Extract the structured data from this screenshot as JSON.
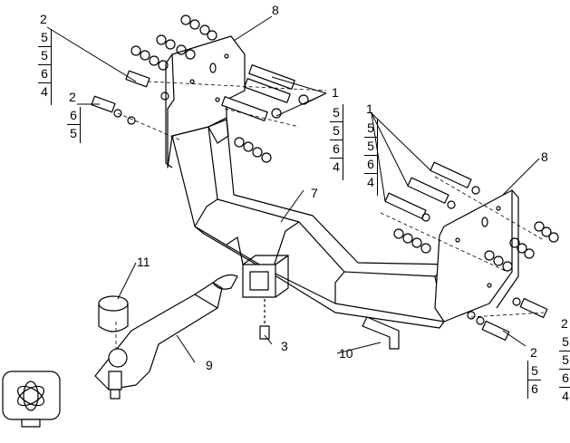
{
  "callouts": {
    "c2a": "2",
    "c2b": "2",
    "c2c": "2",
    "c1a": "1",
    "c1b": "1",
    "c3": "3",
    "c7": "7",
    "c8a": "8",
    "c8b": "8",
    "c9": "9",
    "c10": "10",
    "c11": "11"
  },
  "stacks": {
    "top_left": [
      "5",
      "5",
      "6",
      "4"
    ],
    "mid_left": [
      "6",
      "5"
    ],
    "right_upper": [
      "5",
      "5",
      "6",
      "4"
    ],
    "left_upper": [
      "5",
      "5",
      "6",
      "4"
    ],
    "right_lower_a": [
      "5",
      "5",
      "6",
      "4"
    ],
    "right_lower_b": [
      "5",
      "6"
    ]
  }
}
